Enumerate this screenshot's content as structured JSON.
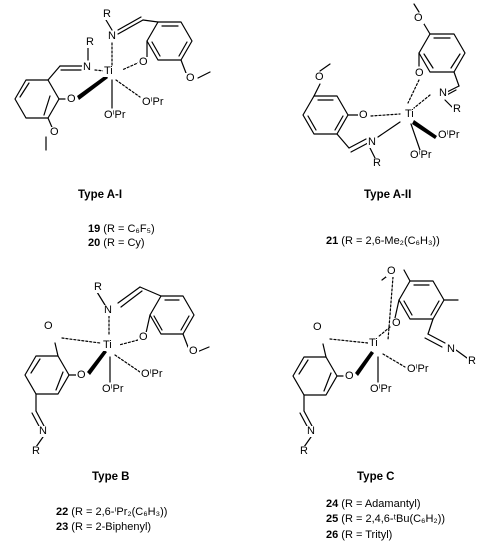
{
  "atoms": {
    "ti": "Ti",
    "n": "N",
    "o": "O",
    "r": "R",
    "oipr": "OⁱPr",
    "ipr_o": "OⁱPr"
  },
  "panels": [
    {
      "title": "Type A-I",
      "entries": [
        {
          "num": "19",
          "text": " (R = C₆F₅)"
        },
        {
          "num": "20",
          "text": " (R = Cy)"
        }
      ]
    },
    {
      "title": "Type A-II",
      "entries": [
        {
          "num": "21",
          "text": " (R = 2,6-Me₂(C₆H₃))"
        }
      ]
    },
    {
      "title": "Type B",
      "entries": [
        {
          "num": "22",
          "text": " (R = 2,6-ⁱPr₂(C₆H₃))"
        },
        {
          "num": "23",
          "text": " (R = 2-Biphenyl)"
        }
      ]
    },
    {
      "title": "Type C",
      "entries": [
        {
          "num": "24",
          "text": " (R = Adamantyl)"
        },
        {
          "num": "25",
          "text": " (R = 2,4,6-ᵗBu(C₆H₂))"
        },
        {
          "num": "26",
          "text": " (R = Trityl)"
        }
      ]
    }
  ]
}
